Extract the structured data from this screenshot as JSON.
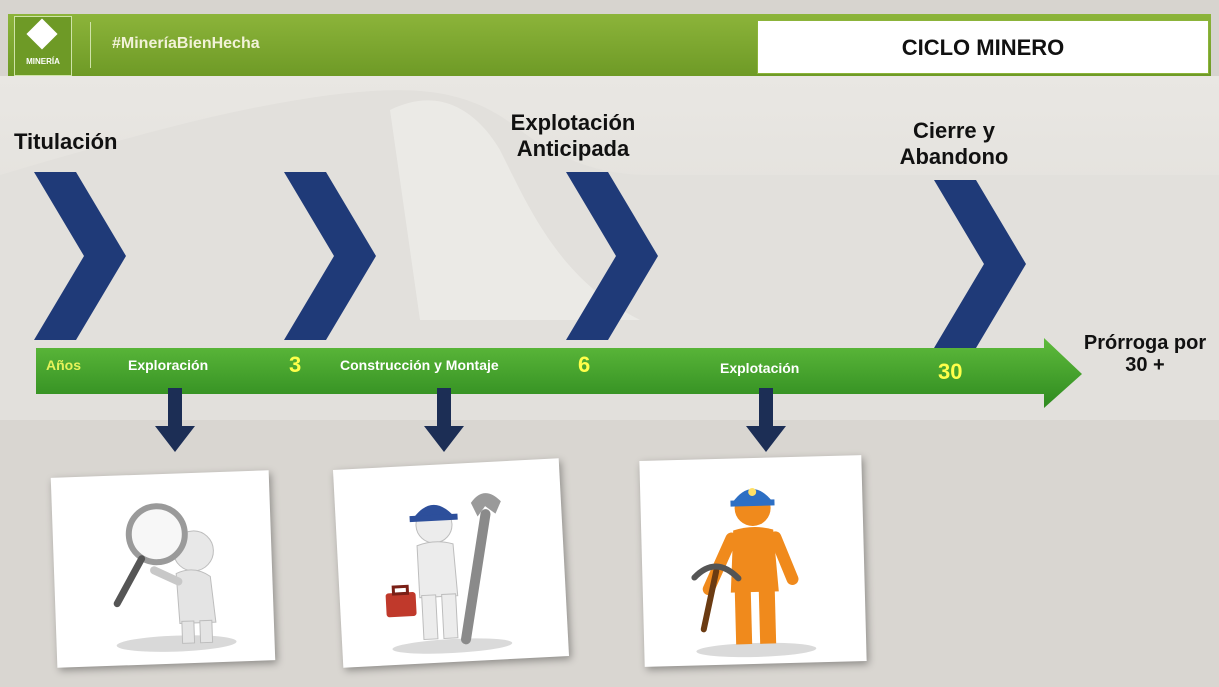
{
  "header": {
    "logo_text": "MINERÍA",
    "hashtag": "#MineríaBienHecha",
    "title": "CICLO MINERO"
  },
  "phases": {
    "titulacion": "Titulación",
    "explotacion_anticipada": "Explotación Anticipada",
    "cierre_y_abandono": "Cierre y Abandono"
  },
  "timeline": {
    "years_label": "Años",
    "stages": [
      "Exploración",
      "Construcción y Montaje",
      "Explotación"
    ],
    "milestones": [
      "3",
      "6",
      "30"
    ],
    "extension": "Prórroga por 30 +"
  },
  "colors": {
    "header_green": "#7aa62c",
    "timeline_green": "#3f9b2a",
    "chevron_blue": "#1f3a78",
    "arrow_navy": "#1c2e55",
    "milestone_yellow": "#ffff4a"
  },
  "icons": [
    "magnifier-figure-icon",
    "worker-with-wrench-icon",
    "miner-with-pickaxe-icon"
  ]
}
